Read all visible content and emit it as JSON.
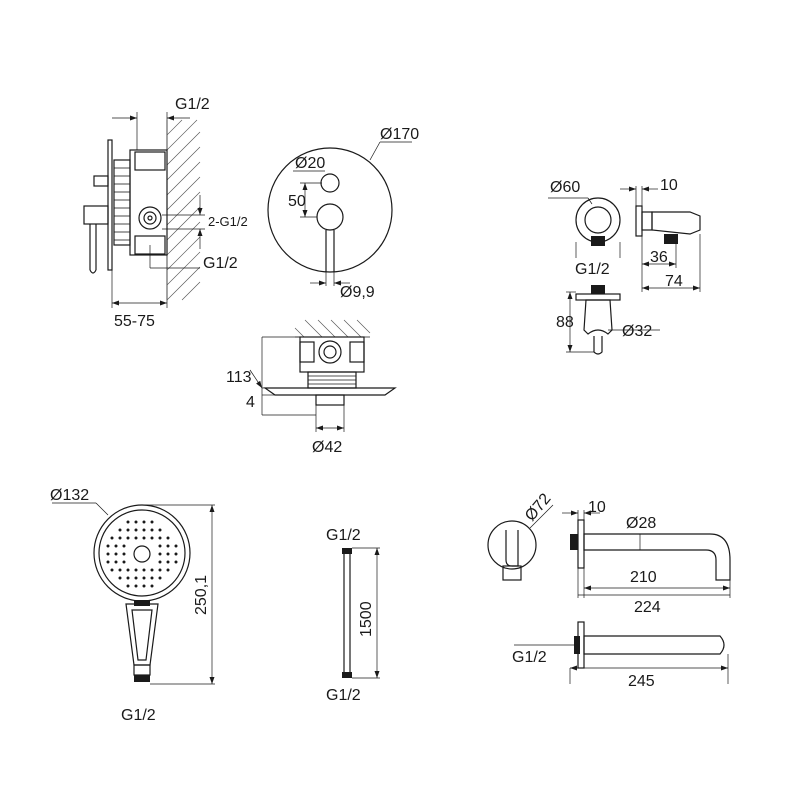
{
  "mixer_side": {
    "top_thread": "G1/2",
    "mid_thread": "2-G1/2",
    "bottom_thread": "G1/2",
    "depth": "55-75"
  },
  "mixer_front": {
    "plate_diameter": "Ø170",
    "small_hole": "Ø20",
    "offset": "50",
    "lever_diameter": "Ø9,9"
  },
  "mixer_bottom": {
    "height": "113",
    "plate_thickness": "4",
    "spindle_diameter": "Ø42"
  },
  "wall_outlet": {
    "flange_diameter": "Ø60",
    "projection": "10",
    "thread": "G1/2",
    "dim_a": "36",
    "dim_b": "74",
    "holder_height": "88",
    "holder_diameter": "Ø32"
  },
  "hand_shower": {
    "head_diameter": "Ø132",
    "length": "250,1",
    "thread": "G1/2"
  },
  "hose": {
    "top_thread": "G1/2",
    "length": "1500",
    "bottom_thread": "G1/2"
  },
  "spout": {
    "flange_diameter": "Ø72",
    "flange_thickness": "10",
    "pipe_diameter": "Ø28",
    "reach": "210",
    "total_reach": "224",
    "thread": "G1/2",
    "body_length": "245"
  }
}
